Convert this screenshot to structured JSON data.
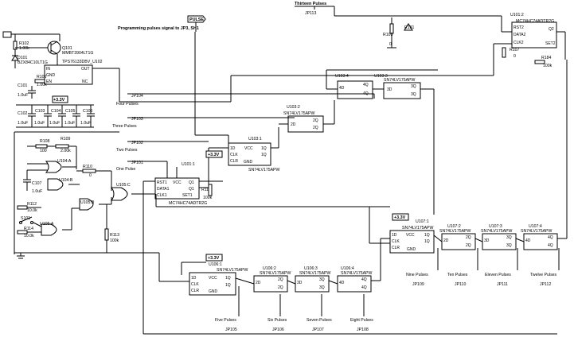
{
  "title": "Programming pulses signal to JP3, SH1",
  "net_labels": {
    "pulse": "PULSE",
    "thirteen_pulses": "Thirteen Pulses",
    "v33_a": "+3.3V",
    "v33_b": "+3.3V",
    "v33_c": "+3.3V",
    "v33_d": "+3.3V"
  },
  "components": {
    "r102": {
      "ref": "R102",
      "value": "1.00k"
    },
    "d101": {
      "ref": "D101",
      "value": "BZX84C10LT1G"
    },
    "q101": {
      "ref": "Q101",
      "value": "MMBT3904LT1G"
    },
    "u102": {
      "ref": "TPS76133DBV_U102",
      "pins": [
        "IN",
        "GND",
        "EN",
        "OUT",
        "NC"
      ]
    },
    "r106": {
      "ref": "R106",
      "value": "1.00k"
    },
    "c101": {
      "ref": "C101",
      "value": "1.0uF"
    },
    "c102": {
      "ref": "C102",
      "value": "1.0uF"
    },
    "c103": {
      "ref": "C103",
      "value": "1.0uF"
    },
    "c104": {
      "ref": "C104",
      "value": "1.0uF"
    },
    "c105": {
      "ref": "C105",
      "value": "1.0uF"
    },
    "c106": {
      "ref": "C106",
      "value": "1.0uF"
    },
    "r108": {
      "ref": "R108",
      "value": "100"
    },
    "r109": {
      "ref": "R109",
      "value": "2.00k"
    },
    "u104a": {
      "ref": "U104:A"
    },
    "u104b": {
      "ref": "U104:B"
    },
    "c107": {
      "ref": "C107",
      "value": "1.0uF"
    },
    "r110": {
      "ref": "R110",
      "value": "0"
    },
    "u105c": {
      "ref": "U105:C"
    },
    "u105b": {
      "ref": "U105:B"
    },
    "u105a": {
      "ref": "U105:A"
    },
    "r112": {
      "ref": "R112",
      "value": "10.0k"
    },
    "s101": {
      "ref": "S101"
    },
    "r114": {
      "ref": "R114",
      "value": "10.0k"
    },
    "r113": {
      "ref": "R113",
      "value": "100k"
    },
    "u101_1": {
      "ref": "U101:1",
      "part": "MC74HC74ADTR2G",
      "pins": [
        "RST1",
        "DATA1",
        "CLK1",
        "VCC",
        "Q1",
        "SET1",
        "Q1"
      ]
    },
    "r111": {
      "ref": "R111",
      "value": "100k"
    },
    "u101_2": {
      "ref": "U101:2",
      "part": "MC74HC74ADTR2G",
      "pins": [
        "RST2",
        "DATA2",
        "CLK2",
        "Q2",
        "SET2"
      ]
    },
    "r181": {
      "ref": "R181"
    },
    "r103": {
      "ref": "R103",
      "value": "0"
    },
    "r107": {
      "ref": "R107",
      "value": "0"
    },
    "r184": {
      "ref": "R184",
      "value": "100k"
    },
    "u103_1": {
      "ref": "U103:1",
      "part": "SN74LV175APW",
      "pins": [
        "1D",
        "CLK",
        "CLR",
        "VCC",
        "1Q",
        "1Q",
        "GND"
      ]
    },
    "u103_2": {
      "ref": "U103:2",
      "part": "SN74LV175APW",
      "pins": [
        "2D",
        "2Q",
        "2Q"
      ]
    },
    "u103_3": {
      "ref": "U103:3",
      "part": "SN74LV175APW",
      "pins": [
        "3D",
        "3Q",
        "3Q"
      ]
    },
    "u103_4": {
      "ref": "U103:4",
      "part": "SN74LV175APW",
      "pins": [
        "4D",
        "4Q",
        "4Q"
      ]
    },
    "u106_1": {
      "ref": "U106:1",
      "part": "SN74LV175APW",
      "pins": [
        "1D",
        "VCC",
        "CLK",
        "CLR",
        "1Q",
        "1Q",
        "GND"
      ]
    },
    "u106_2": {
      "ref": "U106:2",
      "part": "SN74LV175APW",
      "pins": [
        "2D",
        "2Q",
        "2Q"
      ]
    },
    "u106_3": {
      "ref": "U106:3",
      "part": "SN74LV175APW",
      "pins": [
        "3D",
        "3Q",
        "3Q"
      ]
    },
    "u106_4": {
      "ref": "U106:4",
      "part": "SN74LV175APW",
      "pins": [
        "4D",
        "4Q",
        "4Q"
      ]
    },
    "u107_1": {
      "ref": "U107:1",
      "part": "SN74LV175APW",
      "pins": [
        "1D",
        "VCC",
        "CLK",
        "CLR",
        "1Q",
        "1Q",
        "GND"
      ]
    },
    "u107_2": {
      "ref": "U107:2",
      "part": "SN74LV175APW",
      "pins": [
        "2D",
        "2Q",
        "2Q"
      ]
    },
    "u107_3": {
      "ref": "U107:3",
      "part": "SN74LV175APW",
      "pins": [
        "3D",
        "3Q",
        "3Q"
      ]
    },
    "u107_4": {
      "ref": "U107:4",
      "part": "SN74LV175APW",
      "pins": [
        "4D",
        "4Q",
        "4Q"
      ]
    }
  },
  "jumpers": {
    "jp104": {
      "ref": "JP104",
      "label": "Four Pulses"
    },
    "jp103": {
      "ref": "JP103",
      "label": "Three Pulses"
    },
    "jp102": {
      "ref": "JP102",
      "label": "Two Pulses"
    },
    "jp101": {
      "ref": "JP101",
      "label": "One Pulse"
    },
    "jp113": {
      "ref": "JP113"
    },
    "jp105": {
      "ref": "JP105",
      "label": "Five Pulses"
    },
    "jp106": {
      "ref": "JP106",
      "label": "Six Pulses"
    },
    "jp107": {
      "ref": "JP107",
      "label": "Seven Pulses"
    },
    "jp108": {
      "ref": "JP108",
      "label": "Eight Pulses"
    },
    "jp109": {
      "ref": "JP109",
      "label": "Nine Pulses"
    },
    "jp110": {
      "ref": "JP110",
      "label": "Ten Pulses"
    },
    "jp111": {
      "ref": "JP111",
      "label": "Eleven Pulses"
    },
    "jp112": {
      "ref": "JP112",
      "label": "Twelve Pulses"
    }
  }
}
